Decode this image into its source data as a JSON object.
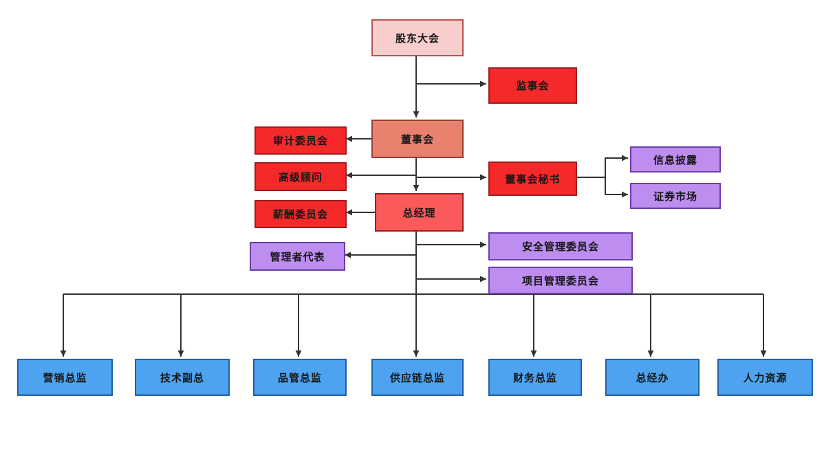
{
  "diagram": {
    "type": "org-chart",
    "nodes": {
      "shareholders": {
        "label": "股东大会"
      },
      "supervisory": {
        "label": "监事会"
      },
      "board": {
        "label": "董事会"
      },
      "audit": {
        "label": "审计委员会"
      },
      "senior_advisor": {
        "label": "高级顾问"
      },
      "compensation": {
        "label": "薪酬委员会"
      },
      "gm": {
        "label": "总经理"
      },
      "board_secretary": {
        "label": "董事会秘书"
      },
      "info_disclosure": {
        "label": "信息披露"
      },
      "securities_market": {
        "label": "证券市场"
      },
      "mgmt_rep": {
        "label": "管理者代表"
      },
      "safety_committee": {
        "label": "安全管理委员会"
      },
      "project_committee": {
        "label": "项目管理委员会"
      },
      "marketing": {
        "label": "营销总监"
      },
      "tech_vp": {
        "label": "技术副总"
      },
      "quality": {
        "label": "品管总监"
      },
      "supply_chain": {
        "label": "供应链总监"
      },
      "finance": {
        "label": "财务总监"
      },
      "gm_office": {
        "label": "总经办"
      },
      "hr": {
        "label": "人力资源"
      }
    },
    "edges": [
      {
        "from": "shareholders",
        "to": "board"
      },
      {
        "from": "shareholders",
        "to": "supervisory"
      },
      {
        "from": "board",
        "to": "audit"
      },
      {
        "from": "board",
        "to": "senior_advisor"
      },
      {
        "from": "board",
        "to": "board_secretary"
      },
      {
        "from": "board",
        "to": "gm"
      },
      {
        "from": "board_secretary",
        "to": "info_disclosure"
      },
      {
        "from": "board_secretary",
        "to": "securities_market"
      },
      {
        "from": "gm",
        "to": "compensation"
      },
      {
        "from": "gm",
        "to": "mgmt_rep"
      },
      {
        "from": "gm",
        "to": "safety_committee"
      },
      {
        "from": "gm",
        "to": "project_committee"
      },
      {
        "from": "gm",
        "to": "marketing"
      },
      {
        "from": "gm",
        "to": "tech_vp"
      },
      {
        "from": "gm",
        "to": "quality"
      },
      {
        "from": "gm",
        "to": "supply_chain"
      },
      {
        "from": "gm",
        "to": "finance"
      },
      {
        "from": "gm",
        "to": "gm_office"
      },
      {
        "from": "gm",
        "to": "hr"
      }
    ],
    "colors": {
      "canvas_bg": "#ffffff",
      "pink_fill": "#f8cecc",
      "salmon_fill": "#e8826e",
      "red_fill": "#f42a2a",
      "light_red_fill": "#fa5a5a",
      "purple_fill": "#bd8df0",
      "blue_fill": "#4da3f0",
      "line": "#333333",
      "text": "#161616"
    }
  }
}
